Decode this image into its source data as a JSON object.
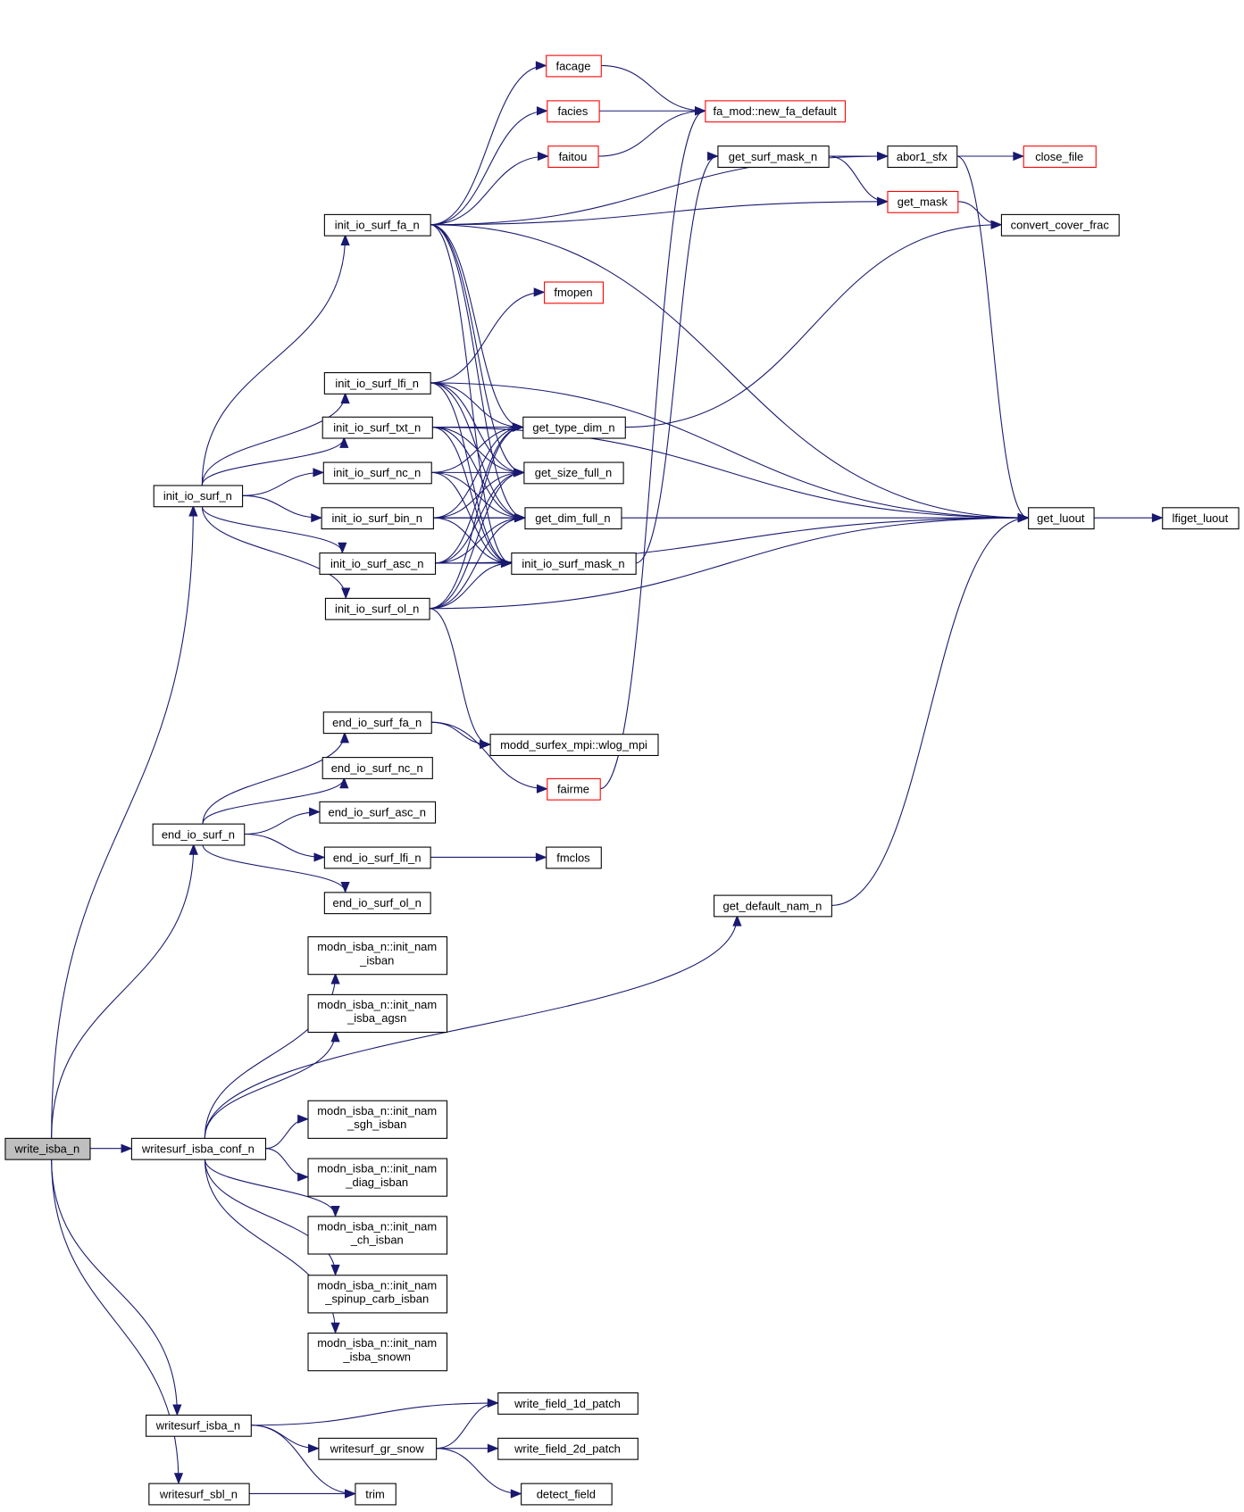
{
  "title": "write_isba_n call graph",
  "colors": {
    "edge": "#191970",
    "node_border": "#000000",
    "external_border": "#ff0000",
    "root_fill": "#bfbfbf",
    "background": "#ffffff"
  },
  "nodes": [
    {
      "id": "write_isba_n",
      "lines": [
        "write_isba_n"
      ],
      "kind": "root"
    },
    {
      "id": "init_io_surf_n",
      "lines": [
        "init_io_surf_n"
      ],
      "kind": "normal"
    },
    {
      "id": "end_io_surf_n",
      "lines": [
        "end_io_surf_n"
      ],
      "kind": "normal"
    },
    {
      "id": "writesurf_isba_conf_n",
      "lines": [
        "writesurf_isba_conf_n"
      ],
      "kind": "normal"
    },
    {
      "id": "writesurf_isba_n",
      "lines": [
        "writesurf_isba_n"
      ],
      "kind": "normal"
    },
    {
      "id": "writesurf_sbl_n",
      "lines": [
        "writesurf_sbl_n"
      ],
      "kind": "normal"
    },
    {
      "id": "init_io_surf_fa_n",
      "lines": [
        "init_io_surf_fa_n"
      ],
      "kind": "normal"
    },
    {
      "id": "init_io_surf_lfi_n",
      "lines": [
        "init_io_surf_lfi_n"
      ],
      "kind": "normal"
    },
    {
      "id": "init_io_surf_txt_n",
      "lines": [
        "init_io_surf_txt_n"
      ],
      "kind": "normal"
    },
    {
      "id": "init_io_surf_nc_n",
      "lines": [
        "init_io_surf_nc_n"
      ],
      "kind": "normal"
    },
    {
      "id": "init_io_surf_bin_n",
      "lines": [
        "init_io_surf_bin_n"
      ],
      "kind": "normal"
    },
    {
      "id": "init_io_surf_asc_n",
      "lines": [
        "init_io_surf_asc_n"
      ],
      "kind": "normal"
    },
    {
      "id": "init_io_surf_ol_n",
      "lines": [
        "init_io_surf_ol_n"
      ],
      "kind": "normal"
    },
    {
      "id": "end_io_surf_fa_n",
      "lines": [
        "end_io_surf_fa_n"
      ],
      "kind": "normal"
    },
    {
      "id": "end_io_surf_nc_n",
      "lines": [
        "end_io_surf_nc_n"
      ],
      "kind": "normal"
    },
    {
      "id": "end_io_surf_asc_n",
      "lines": [
        "end_io_surf_asc_n"
      ],
      "kind": "normal"
    },
    {
      "id": "end_io_surf_lfi_n",
      "lines": [
        "end_io_surf_lfi_n"
      ],
      "kind": "normal"
    },
    {
      "id": "end_io_surf_ol_n",
      "lines": [
        "end_io_surf_ol_n"
      ],
      "kind": "normal"
    },
    {
      "id": "init_nam_isban",
      "lines": [
        "modn_isba_n::init_nam",
        "_isban"
      ],
      "kind": "normal"
    },
    {
      "id": "init_nam_isba_agsn",
      "lines": [
        "modn_isba_n::init_nam",
        "_isba_agsn"
      ],
      "kind": "normal"
    },
    {
      "id": "init_nam_sgh_isban",
      "lines": [
        "modn_isba_n::init_nam",
        "_sgh_isban"
      ],
      "kind": "normal"
    },
    {
      "id": "init_nam_diag_isban",
      "lines": [
        "modn_isba_n::init_nam",
        "_diag_isban"
      ],
      "kind": "normal"
    },
    {
      "id": "init_nam_ch_isban",
      "lines": [
        "modn_isba_n::init_nam",
        "_ch_isban"
      ],
      "kind": "normal"
    },
    {
      "id": "init_nam_spinup_carb_isban",
      "lines": [
        "modn_isba_n::init_nam",
        "_spinup_carb_isban"
      ],
      "kind": "normal"
    },
    {
      "id": "init_nam_isba_snown",
      "lines": [
        "modn_isba_n::init_nam",
        "_isba_snown"
      ],
      "kind": "normal"
    },
    {
      "id": "facage",
      "lines": [
        "facage"
      ],
      "kind": "external"
    },
    {
      "id": "facies",
      "lines": [
        "facies"
      ],
      "kind": "external"
    },
    {
      "id": "faitou",
      "lines": [
        "faitou"
      ],
      "kind": "external"
    },
    {
      "id": "fmopen",
      "lines": [
        "fmopen"
      ],
      "kind": "external"
    },
    {
      "id": "get_type_dim_n",
      "lines": [
        "get_type_dim_n"
      ],
      "kind": "normal"
    },
    {
      "id": "get_size_full_n",
      "lines": [
        "get_size_full_n"
      ],
      "kind": "normal"
    },
    {
      "id": "get_dim_full_n",
      "lines": [
        "get_dim_full_n"
      ],
      "kind": "normal"
    },
    {
      "id": "init_io_surf_mask_n",
      "lines": [
        "init_io_surf_mask_n"
      ],
      "kind": "normal"
    },
    {
      "id": "wlog_mpi",
      "lines": [
        "modd_surfex_mpi::wlog_mpi"
      ],
      "kind": "normal"
    },
    {
      "id": "fairme",
      "lines": [
        "fairme"
      ],
      "kind": "external"
    },
    {
      "id": "fmclos",
      "lines": [
        "fmclos"
      ],
      "kind": "normal"
    },
    {
      "id": "write_field_1d_patch",
      "lines": [
        "write_field_1d_patch"
      ],
      "kind": "normal"
    },
    {
      "id": "writesurf_gr_snow",
      "lines": [
        "writesurf_gr_snow"
      ],
      "kind": "normal"
    },
    {
      "id": "write_field_2d_patch",
      "lines": [
        "write_field_2d_patch"
      ],
      "kind": "normal"
    },
    {
      "id": "trim",
      "lines": [
        "trim"
      ],
      "kind": "normal"
    },
    {
      "id": "detect_field",
      "lines": [
        "detect_field"
      ],
      "kind": "normal"
    },
    {
      "id": "new_fa_default",
      "lines": [
        "fa_mod::new_fa_default"
      ],
      "kind": "external"
    },
    {
      "id": "get_surf_mask_n",
      "lines": [
        "get_surf_mask_n"
      ],
      "kind": "normal"
    },
    {
      "id": "get_default_nam_n",
      "lines": [
        "get_default_nam_n"
      ],
      "kind": "normal"
    },
    {
      "id": "abor1_sfx",
      "lines": [
        "abor1_sfx"
      ],
      "kind": "normal"
    },
    {
      "id": "get_mask",
      "lines": [
        "get_mask"
      ],
      "kind": "external"
    },
    {
      "id": "close_file",
      "lines": [
        "close_file"
      ],
      "kind": "external"
    },
    {
      "id": "convert_cover_frac",
      "lines": [
        "convert_cover_frac"
      ],
      "kind": "normal"
    },
    {
      "id": "get_luout",
      "lines": [
        "get_luout"
      ],
      "kind": "normal"
    },
    {
      "id": "lfiget_luout",
      "lines": [
        "lfiget_luout"
      ],
      "kind": "normal"
    }
  ],
  "edges": [
    [
      "write_isba_n",
      "init_io_surf_n"
    ],
    [
      "write_isba_n",
      "end_io_surf_n"
    ],
    [
      "write_isba_n",
      "writesurf_isba_conf_n"
    ],
    [
      "write_isba_n",
      "writesurf_isba_n"
    ],
    [
      "write_isba_n",
      "writesurf_sbl_n"
    ],
    [
      "init_io_surf_n",
      "init_io_surf_fa_n"
    ],
    [
      "init_io_surf_n",
      "init_io_surf_lfi_n"
    ],
    [
      "init_io_surf_n",
      "init_io_surf_txt_n"
    ],
    [
      "init_io_surf_n",
      "init_io_surf_nc_n"
    ],
    [
      "init_io_surf_n",
      "init_io_surf_bin_n"
    ],
    [
      "init_io_surf_n",
      "init_io_surf_asc_n"
    ],
    [
      "init_io_surf_n",
      "init_io_surf_ol_n"
    ],
    [
      "init_io_surf_fa_n",
      "facage"
    ],
    [
      "init_io_surf_fa_n",
      "facies"
    ],
    [
      "init_io_surf_fa_n",
      "faitou"
    ],
    [
      "init_io_surf_fa_n",
      "abor1_sfx"
    ],
    [
      "init_io_surf_fa_n",
      "get_mask"
    ],
    [
      "init_io_surf_fa_n",
      "get_luout"
    ],
    [
      "init_io_surf_fa_n",
      "get_type_dim_n"
    ],
    [
      "init_io_surf_fa_n",
      "get_size_full_n"
    ],
    [
      "init_io_surf_fa_n",
      "get_dim_full_n"
    ],
    [
      "init_io_surf_fa_n",
      "init_io_surf_mask_n"
    ],
    [
      "init_io_surf_lfi_n",
      "fmopen"
    ],
    [
      "init_io_surf_lfi_n",
      "get_type_dim_n"
    ],
    [
      "init_io_surf_lfi_n",
      "get_size_full_n"
    ],
    [
      "init_io_surf_lfi_n",
      "get_dim_full_n"
    ],
    [
      "init_io_surf_lfi_n",
      "init_io_surf_mask_n"
    ],
    [
      "init_io_surf_lfi_n",
      "get_luout"
    ],
    [
      "init_io_surf_txt_n",
      "get_type_dim_n"
    ],
    [
      "init_io_surf_txt_n",
      "get_size_full_n"
    ],
    [
      "init_io_surf_txt_n",
      "get_dim_full_n"
    ],
    [
      "init_io_surf_txt_n",
      "init_io_surf_mask_n"
    ],
    [
      "init_io_surf_txt_n",
      "get_luout"
    ],
    [
      "init_io_surf_nc_n",
      "get_type_dim_n"
    ],
    [
      "init_io_surf_nc_n",
      "get_size_full_n"
    ],
    [
      "init_io_surf_nc_n",
      "get_dim_full_n"
    ],
    [
      "init_io_surf_nc_n",
      "init_io_surf_mask_n"
    ],
    [
      "init_io_surf_bin_n",
      "get_type_dim_n"
    ],
    [
      "init_io_surf_bin_n",
      "get_size_full_n"
    ],
    [
      "init_io_surf_bin_n",
      "get_dim_full_n"
    ],
    [
      "init_io_surf_bin_n",
      "init_io_surf_mask_n"
    ],
    [
      "init_io_surf_bin_n",
      "get_luout"
    ],
    [
      "init_io_surf_asc_n",
      "get_type_dim_n"
    ],
    [
      "init_io_surf_asc_n",
      "get_size_full_n"
    ],
    [
      "init_io_surf_asc_n",
      "get_dim_full_n"
    ],
    [
      "init_io_surf_asc_n",
      "init_io_surf_mask_n"
    ],
    [
      "init_io_surf_asc_n",
      "get_luout"
    ],
    [
      "init_io_surf_ol_n",
      "get_type_dim_n"
    ],
    [
      "init_io_surf_ol_n",
      "get_size_full_n"
    ],
    [
      "init_io_surf_ol_n",
      "get_dim_full_n"
    ],
    [
      "init_io_surf_ol_n",
      "init_io_surf_mask_n"
    ],
    [
      "init_io_surf_ol_n",
      "wlog_mpi"
    ],
    [
      "init_io_surf_ol_n",
      "get_luout"
    ],
    [
      "end_io_surf_n",
      "end_io_surf_fa_n"
    ],
    [
      "end_io_surf_n",
      "end_io_surf_nc_n"
    ],
    [
      "end_io_surf_n",
      "end_io_surf_asc_n"
    ],
    [
      "end_io_surf_n",
      "end_io_surf_lfi_n"
    ],
    [
      "end_io_surf_n",
      "end_io_surf_ol_n"
    ],
    [
      "end_io_surf_fa_n",
      "wlog_mpi"
    ],
    [
      "end_io_surf_fa_n",
      "fairme"
    ],
    [
      "end_io_surf_lfi_n",
      "fmclos"
    ],
    [
      "writesurf_isba_conf_n",
      "init_nam_isban"
    ],
    [
      "writesurf_isba_conf_n",
      "init_nam_isba_agsn"
    ],
    [
      "writesurf_isba_conf_n",
      "get_default_nam_n"
    ],
    [
      "writesurf_isba_conf_n",
      "init_nam_sgh_isban"
    ],
    [
      "writesurf_isba_conf_n",
      "init_nam_diag_isban"
    ],
    [
      "writesurf_isba_conf_n",
      "init_nam_ch_isban"
    ],
    [
      "writesurf_isba_conf_n",
      "init_nam_spinup_carb_isban"
    ],
    [
      "writesurf_isba_conf_n",
      "init_nam_isba_snown"
    ],
    [
      "writesurf_isba_n",
      "write_field_1d_patch"
    ],
    [
      "writesurf_isba_n",
      "writesurf_gr_snow"
    ],
    [
      "writesurf_isba_n",
      "trim"
    ],
    [
      "writesurf_sbl_n",
      "trim"
    ],
    [
      "writesurf_gr_snow",
      "write_field_1d_patch"
    ],
    [
      "writesurf_gr_snow",
      "write_field_2d_patch"
    ],
    [
      "writesurf_gr_snow",
      "detect_field"
    ],
    [
      "facage",
      "new_fa_default"
    ],
    [
      "facies",
      "new_fa_default"
    ],
    [
      "faitou",
      "new_fa_default"
    ],
    [
      "fairme",
      "new_fa_default"
    ],
    [
      "init_io_surf_mask_n",
      "get_surf_mask_n"
    ],
    [
      "get_type_dim_n",
      "convert_cover_frac"
    ],
    [
      "get_surf_mask_n",
      "abor1_sfx"
    ],
    [
      "get_surf_mask_n",
      "get_mask"
    ],
    [
      "abor1_sfx",
      "close_file"
    ],
    [
      "abor1_sfx",
      "get_luout"
    ],
    [
      "get_mask",
      "convert_cover_frac"
    ],
    [
      "get_default_nam_n",
      "get_luout"
    ],
    [
      "get_luout",
      "lfiget_luout"
    ]
  ]
}
